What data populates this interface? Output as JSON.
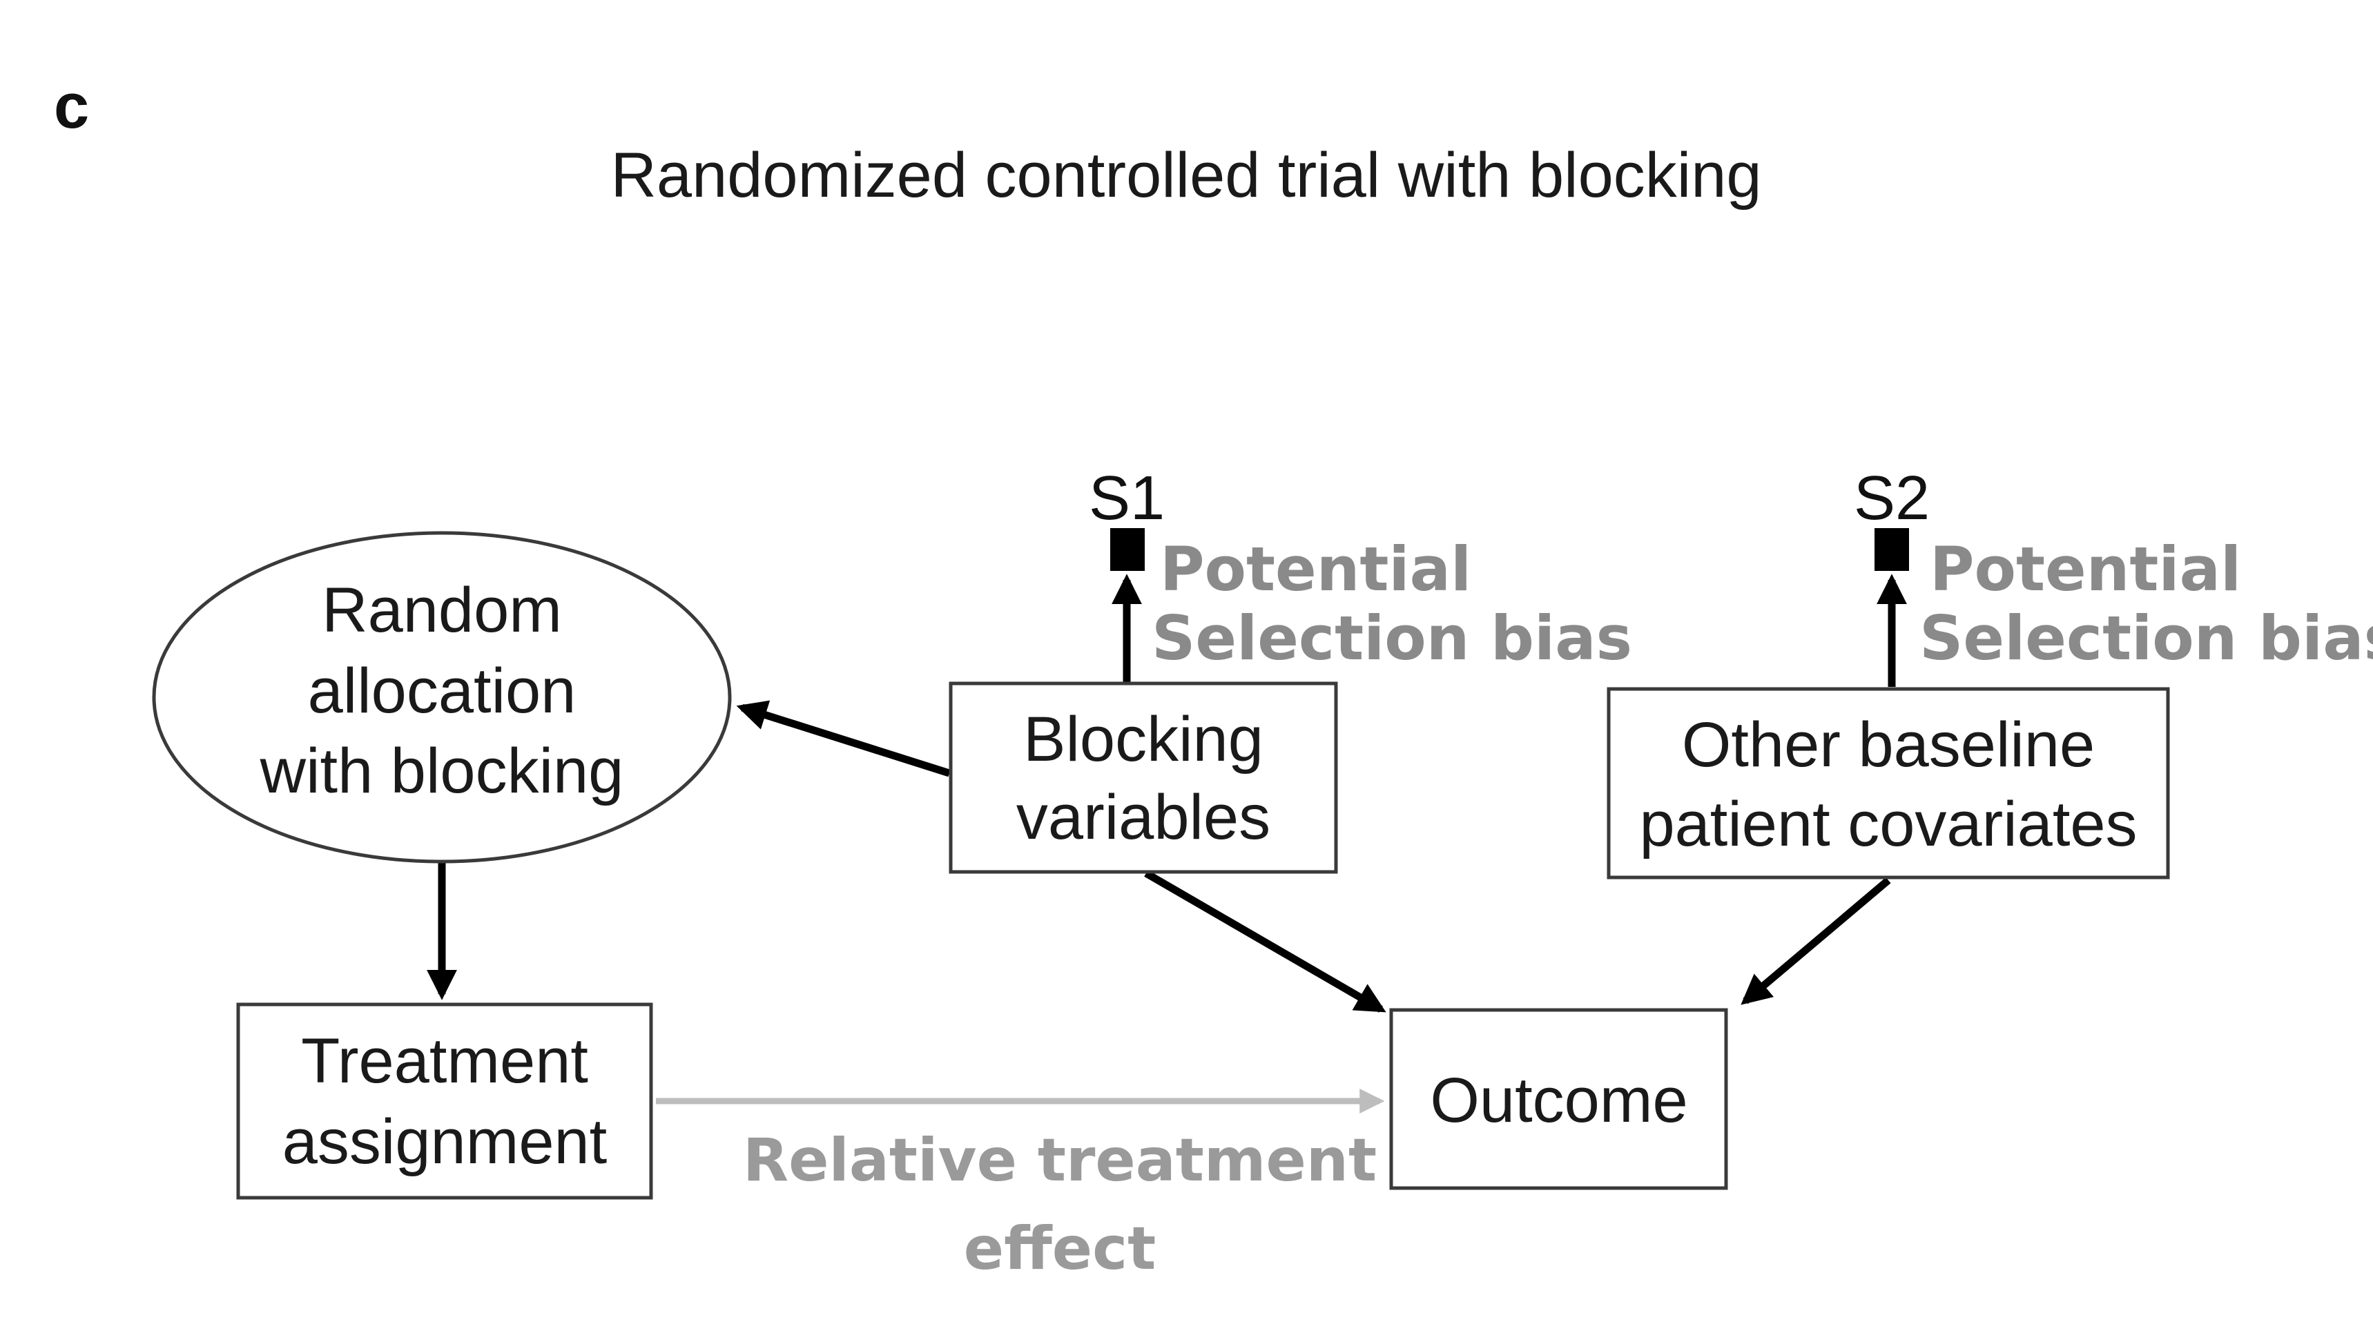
{
  "panel_letter": "c",
  "title": "Randomized controlled trial with blocking",
  "nodes": {
    "random_allocation": [
      "Random",
      "allocation",
      "with blocking"
    ],
    "blocking_variables": [
      "Blocking",
      "variables"
    ],
    "other_covariates": [
      "Other baseline",
      "patient covariates"
    ],
    "treatment_assignment": [
      "Treatment",
      "assignment"
    ],
    "outcome": [
      "Outcome"
    ]
  },
  "selection_nodes": {
    "s1": "S1",
    "s2": "S2"
  },
  "bias_labels": {
    "s1": [
      "Potential",
      "Selection bias"
    ],
    "s2": [
      "Potential",
      "Selection bias"
    ]
  },
  "effect_label": [
    "Relative treatment",
    "effect"
  ],
  "colors": {
    "edge": "#000000",
    "effect_edge": "#bdbdbd",
    "bias_text": "#8a8a8a",
    "effect_text": "#9a9a9a",
    "box_border": "#3a3a3a"
  }
}
